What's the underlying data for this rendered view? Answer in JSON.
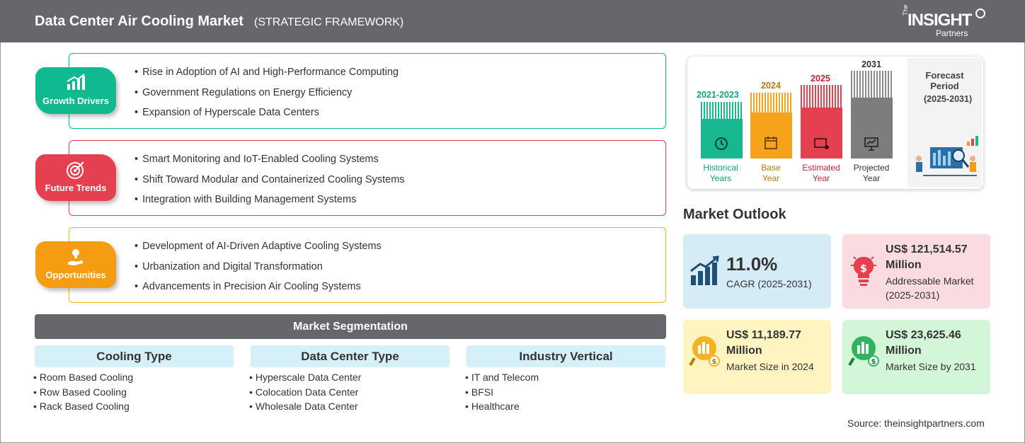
{
  "header": {
    "title": "Data Center Air Cooling Market",
    "subtitle": "(STRATEGIC FRAMEWORK)",
    "logo": {
      "the": "The",
      "main": "INSIGHT",
      "partners": "Partners"
    }
  },
  "framework": [
    {
      "label": "Growth Drivers",
      "color": "#10b98f",
      "icon": "bar-chart-growth-icon",
      "items": [
        "Rise in Adoption of AI and High-Performance Computing",
        "Government Regulations on Energy Efficiency",
        "Expansion of Hyperscale Data Centers"
      ]
    },
    {
      "label": "Future Trends",
      "color": "#e5404f",
      "icon": "target-icon",
      "items": [
        "Smart Monitoring and IoT-Enabled Cooling Systems",
        "Shift Toward Modular and Containerized Cooling Systems",
        "Integration with Building Management Systems"
      ]
    },
    {
      "label": "Opportunities",
      "color": "#f59c12",
      "icon": "idea-hand-icon",
      "items": [
        "Development of AI-Driven Adaptive Cooling Systems",
        "Urbanization and Digital Transformation",
        "Advancements in Precision Air Cooling Systems"
      ]
    }
  ],
  "segmentation": {
    "title": "Market Segmentation",
    "columns": [
      {
        "heading": "Cooling Type",
        "items": [
          "Room Based Cooling",
          "Row Based Cooling",
          "Rack Based Cooling"
        ]
      },
      {
        "heading": "Data Center Type",
        "items": [
          "Hyperscale Data Center",
          "Colocation Data Center",
          "Wholesale Data Center"
        ]
      },
      {
        "heading": "Industry Vertical",
        "items": [
          "IT and Telecom",
          "BFSI",
          "Healthcare"
        ]
      }
    ]
  },
  "timeline": {
    "periods": [
      {
        "year": "2021-2023",
        "label_line1": "Historical",
        "label_line2": "Years",
        "color": "#17b890",
        "icon": "history-clock-icon"
      },
      {
        "year": "2024",
        "label_line1": "Base",
        "label_line2": "Year",
        "color": "#f7a21b",
        "icon": "calendar-icon"
      },
      {
        "year": "2025",
        "label_line1": "Estimated",
        "label_line2": "Year",
        "color": "#e5404f",
        "icon": "estimate-screen-icon"
      },
      {
        "year": "2031",
        "label_line1": "Projected",
        "label_line2": "Year",
        "color": "#7d7d7d",
        "icon": "projection-board-icon"
      }
    ],
    "forecast_line1": "Forecast",
    "forecast_line2": "Period",
    "forecast_range": "(2025-2031)"
  },
  "outlook": {
    "title": "Market Outlook",
    "cards": [
      {
        "value": "11.0%",
        "label": "CAGR (2025-2031)",
        "bg": "#d5ecf7",
        "icon": "growth-chart-icon"
      },
      {
        "value": "US$ 121,514.57 Million",
        "label": "Addressable Market (2025-2031)",
        "bg": "#fadbdf",
        "icon": "money-bulb-icon"
      },
      {
        "value": "US$ 11,189.77 Million",
        "label": "Market Size in 2024",
        "bg": "#fdf4c2",
        "icon": "money-magnifier-icon"
      },
      {
        "value": "US$ 23,625.46 Million",
        "label": "Market Size by 2031",
        "bg": "#d3f5d8",
        "icon": "money-magnifier-icon"
      }
    ]
  },
  "source": "Source: theinsightpartners.com"
}
